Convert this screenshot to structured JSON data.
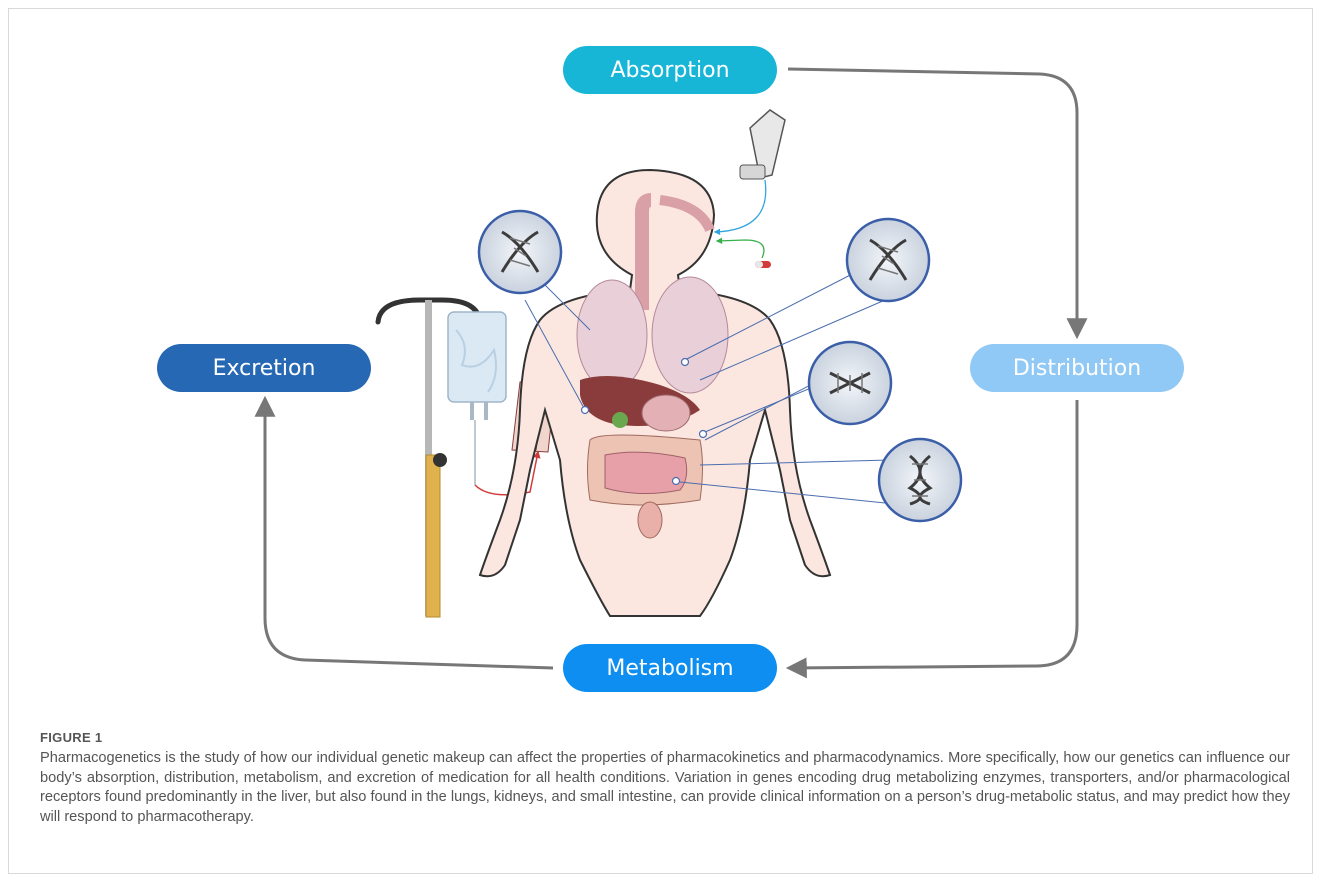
{
  "stages": {
    "absorption": "Absorption",
    "distribution": "Distribution",
    "metabolism": "Metabolism",
    "excretion": "Excretion"
  },
  "colors": {
    "absorption": "#17b6d7",
    "distribution": "#90c9f5",
    "metabolism": "#0d8ef0",
    "excretion": "#2668b3",
    "cycle_arrow": "#777777"
  },
  "caption": {
    "label": "FIGURE 1",
    "text": "Pharmacogenetics is the study of how our individual genetic makeup can affect the properties of pharmacokinetics and pharmacodynamics. More specifically, how our genetics can influence our body’s absorption, distribution, metabolism, and excretion of medication for all health conditions. Variation in genes encoding drug metabolizing enzymes, transporters, and/or pharmacological receptors found predominantly in the liver, but also found in the lungs, kidneys, and small intestine, can provide clinical information on a person’s drug-metabolic status, and may predict how they will respond to pharmacotherapy."
  }
}
